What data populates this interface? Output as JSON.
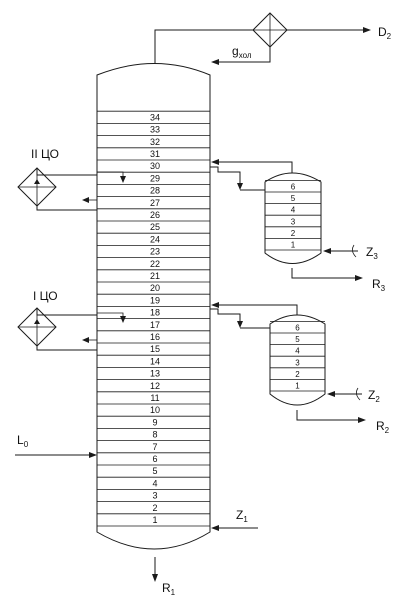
{
  "column": {
    "trays": [
      "1",
      "2",
      "3",
      "4",
      "5",
      "6",
      "7",
      "8",
      "9",
      "10",
      "11",
      "12",
      "13",
      "14",
      "15",
      "16",
      "17",
      "18",
      "19",
      "20",
      "21",
      "22",
      "23",
      "24",
      "25",
      "26",
      "27",
      "28",
      "29",
      "30",
      "31",
      "32",
      "33",
      "34"
    ]
  },
  "strippers": [
    {
      "trays": [
        "1",
        "2",
        "3",
        "4",
        "5",
        "6"
      ]
    },
    {
      "trays": [
        "1",
        "2",
        "3",
        "4",
        "5",
        "6"
      ]
    }
  ],
  "labels": {
    "distillate_main": "D",
    "distillate_sub": "2",
    "reflux_main": "g",
    "reflux_sub": "хол",
    "pump_around_2": "II ЦО",
    "pump_around_1": "I ЦО",
    "feed_main": "L",
    "feed_sub": "0",
    "bottom_steam_main": "Z",
    "bottom_steam_sub": "1",
    "bottoms_main": "R",
    "bottoms_sub": "1",
    "stripper_upper_steam_main": "Z",
    "stripper_upper_steam_sub": "3",
    "stripper_upper_product_main": "R",
    "stripper_upper_product_sub": "3",
    "stripper_lower_steam_main": "Z",
    "stripper_lower_steam_sub": "2",
    "stripper_lower_product_main": "R",
    "stripper_lower_product_sub": "2"
  }
}
